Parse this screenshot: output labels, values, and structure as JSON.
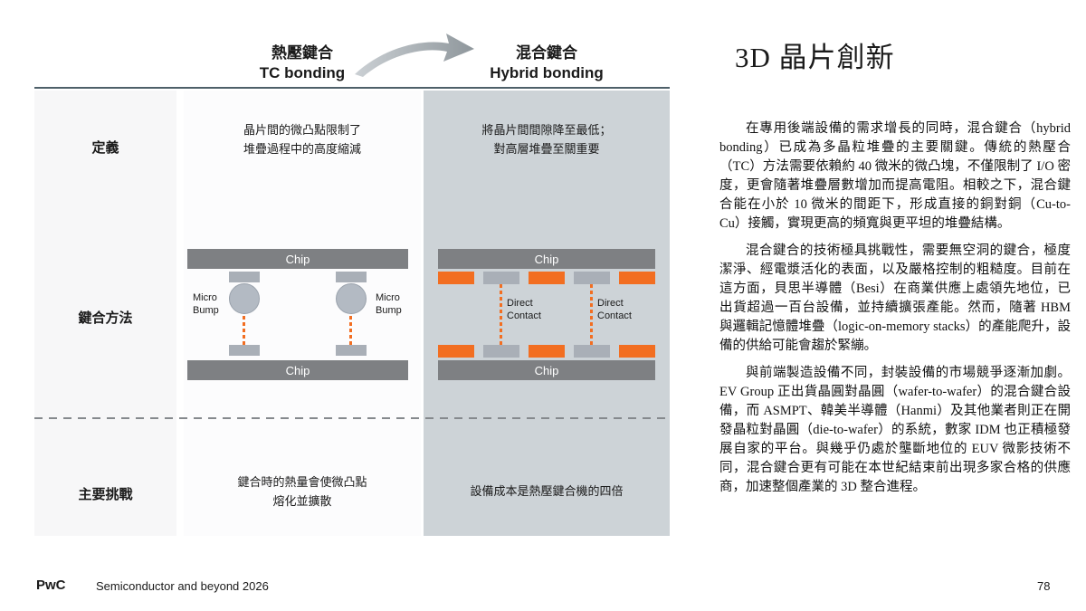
{
  "header": {
    "tc": {
      "zh": "熱壓鍵合",
      "en": "TC bonding"
    },
    "hb": {
      "zh": "混合鍵合",
      "en": "Hybrid bonding"
    }
  },
  "table": {
    "row_labels": {
      "definition": "定義",
      "method": "鍵合方法",
      "challenge": "主要挑戰"
    },
    "definition": {
      "tc": "晶片間的微凸點限制了\n堆疊過程中的高度縮減",
      "hb": "將晶片間間隙降至最低；\n對高層堆疊至關重要"
    },
    "method": {
      "chip": "Chip",
      "micro_bump": "Micro\nBump",
      "direct_contact": "Direct\nContact"
    },
    "challenge": {
      "tc": "鍵合時的熱量會使微凸點\n熔化並擴散",
      "hb": "設備成本是熱壓鍵合機的四倍"
    }
  },
  "article": {
    "title": "3D 晶片創新",
    "paragraphs": [
      "在專用後端設備的需求增長的同時，混合鍵合（hybrid bonding）已成為多晶粒堆疊的主要關鍵。傳統的熱壓合（TC）方法需要依賴約 40 微米的微凸塊，不僅限制了 I/O 密度，更會隨著堆疊層數增加而提高電阻。相較之下，混合鍵合能在小於 10 微米的間距下，形成直接的銅對銅（Cu-to-Cu）接觸，實現更高的頻寬與更平坦的堆疊結構。",
      "混合鍵合的技術極具挑戰性，需要無空洞的鍵合，極度潔淨、經電漿活化的表面，以及嚴格控制的粗糙度。目前在這方面，貝思半導體（Besi）在商業供應上處領先地位，已出貨超過一百台設備，並持續擴張產能。然而，隨著 HBM 與邏輯記憶體堆疊（logic-on-memory stacks）的產能爬升，設備的供給可能會趨於緊繃。",
      "與前端製造設備不同，封裝設備的市場競爭逐漸加劇。EV Group 正出貨晶圓對晶圓（wafer-to-wafer）的混合鍵合設備，而 ASMPT、韓美半導體（Hanmi）及其他業者則正在開發晶粒對晶圓（die-to-wafer）的系統，數家 IDM 也正積極發展自家的平台。與幾乎仍處於壟斷地位的 EUV 微影技術不同，混合鍵合更有可能在本世紀結束前出現多家合格的供應商，加速整個產業的 3D 整合進程。"
    ]
  },
  "footer": {
    "brand": "PwC",
    "doc": "Semiconductor and beyond 2026",
    "page": "78"
  },
  "colors": {
    "orange": "#F26E21",
    "chip_gray": "#7E8083",
    "pad_gray": "#A9AFB7",
    "bump": "#B3BAC3",
    "hb_bg": "#CDD3D7",
    "rule": "#4E6069"
  }
}
